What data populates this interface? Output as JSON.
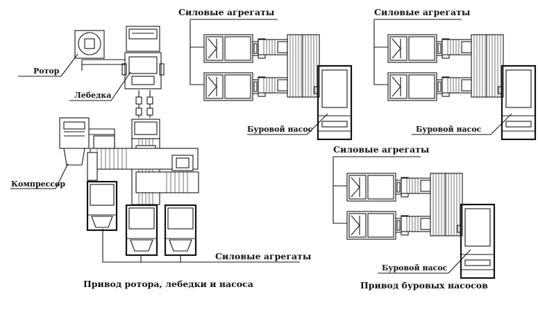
{
  "left_scheme": {
    "rotor_label": "Ротор",
    "winch_label": "Лебедка",
    "compressor_label": "Компрессор",
    "power_units_label": "Силовые агрегаты",
    "caption": "Привод ротора, лебедки и насоса"
  },
  "pump_scheme_1": {
    "power_units_label": "Силовые агрегаты",
    "pump_label": "Буровой насос"
  },
  "pump_scheme_2": {
    "power_units_label": "Силовые агрегаты",
    "pump_label": "Буровой насос"
  },
  "pump_scheme_3": {
    "power_units_label": "Силовые агрегаты",
    "pump_label": "Буровой насос"
  },
  "right_caption": "Привод буровых насосов"
}
